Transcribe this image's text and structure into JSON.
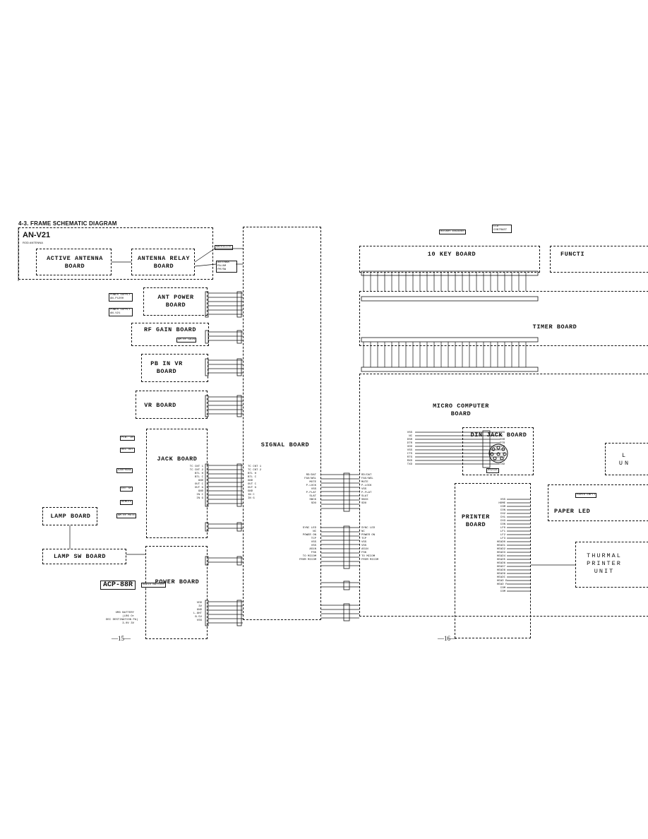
{
  "header": {
    "section_title": "4-3.  FRAME SCHEMATIC DIAGRAM",
    "model": "AN-V21",
    "antenna_note": "ROD ANTENNA"
  },
  "boards": {
    "active_antenna": "ACTIVE ANTENNA BOARD",
    "antenna_relay": "ANTENNA RELAY BOARD",
    "ant_power": "ANT POWER BOARD",
    "rf_gain": "RF GAIN BOARD",
    "pb_in_vr": "PB IN VR BOARD",
    "vr": "VR BOARD",
    "jack": "JACK BOARD",
    "lamp": "LAMP BOARD",
    "lamp_sw": "LAMP SW BOARD",
    "power": "POWER BOARD",
    "signal": "SIGNAL BOARD",
    "ten_key": "10 KEY BOARD",
    "function": "FUNCTI",
    "timer": "TIMER BOARD",
    "micro_computer": "MICRO COMPUTER BOARD",
    "din_jack": "DIN JACK BOARD",
    "printer": "PRINTER BOARD",
    "paper_led": "PAPER LED",
    "thermal_printer": "THURMAL PRINTER UNIT",
    "lcd_unit": "L UN"
  },
  "accessory": {
    "model": "ACP-88R",
    "battery_label": "RADIO BATTERY"
  },
  "tags": {
    "satellite": "SATELLITE",
    "antenna_pa": "ANTENNA PA/AM FM/SW",
    "power_supply_1": "POWER SUPPLY AN-P1200",
    "power_supply_2": "POWER SUPPLY AN-V21",
    "am_rf_gain": "AM RF GAIN",
    "rotary_encoder": "ROTARY ENCODER",
    "lcd_contrast": "LCD CONTRAST",
    "plb_in": "PLB. IN",
    "rec_out": "REC OUT",
    "earphone": "EARPHONE",
    "ext_sp": "EXT SP",
    "remote": "REMOTE",
    "am_rf_mute": "AM RF MUTE",
    "rs232c": "RS232C",
    "paper_empty": "PAPER EMPTY"
  },
  "signal_left_pins": [
    "TC CNT 1",
    "TC CNT 2",
    "BTL H",
    "BTL C",
    "GND",
    "OUT C",
    "OUT G",
    "GND",
    "IN C",
    "IN G"
  ],
  "signal_pins_a": [
    "RD/DAT",
    "FAX/WSL",
    "MUTE",
    "P-LOCK",
    "VSS",
    "P-FLAT",
    "SLAT",
    "SBCK",
    "SDO"
  ],
  "signal_pins_b": [
    "SYNC LED",
    "NC",
    "POWER ON",
    "TCP",
    "VSS",
    "VSS",
    "AS1N",
    "FSK",
    "TO MICOM",
    "FROM MICOM"
  ],
  "micro_pins": [
    "VSS",
    "NC",
    "DSR",
    "DTR",
    "VDD",
    "VSS",
    "CTS",
    "RTS",
    "RXD",
    "TXD"
  ],
  "printer_pins": [
    "VSS",
    "HOME",
    "COM",
    "CON",
    "CH2",
    "CH1",
    "CH3",
    "CON",
    "LF0",
    "LF1",
    "LF2",
    "LF3",
    "HEAD0",
    "HEAD1",
    "HEAD2",
    "HEAD3",
    "HEAD4",
    "HEAD5",
    "HEAD6",
    "HEAD7",
    "HEAD8",
    "HEAD9",
    "HEADC",
    "HEAD E",
    "HEAD F",
    "COM",
    "COM"
  ],
  "power_pins": [
    "VDD",
    "3V",
    "GND",
    "L.GHT",
    "B.5V",
    "VSS"
  ],
  "battery_note": [
    "UM3 BATTERY",
    "(LR6 Or",
    "DEC DESTINATION PA)",
    "3.0V 3V"
  ],
  "page_numbers": {
    "left": "—15—",
    "right": "—16—"
  }
}
